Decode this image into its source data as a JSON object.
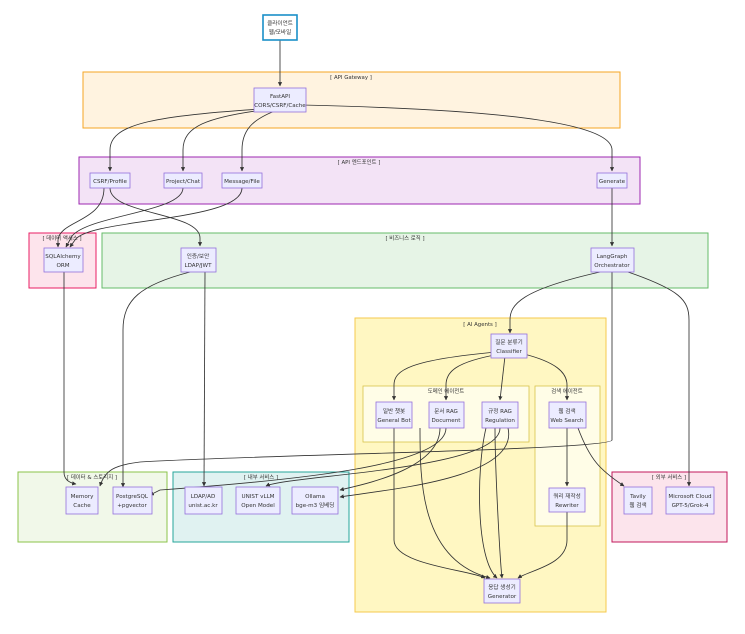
{
  "colors": {
    "client_border": "#1a8fc8",
    "node_fill": "#ececff",
    "node_border": "#9370db",
    "edge": "#333333",
    "gateway_fill": "#fff3e0",
    "gateway_border": "#f5a623",
    "endpoints_fill": "#f3e3f6",
    "endpoints_border": "#9c27b0",
    "dataaccess_fill": "#fde4ec",
    "dataaccess_border": "#e91e63",
    "business_fill": "#e6f4e6",
    "business_border": "#66bb6a",
    "agents_fill": "#fff7c2",
    "agents_border": "#f6c94e",
    "subagent_fill": "#fffde7",
    "subagent_border": "#d8c34a",
    "storage_fill": "#f1f8e9",
    "storage_border": "#8bc34a",
    "internal_fill": "#e0f2f1",
    "internal_border": "#26a69a",
    "external_fill": "#fce4ec",
    "external_border": "#c2185b"
  },
  "groups": {
    "gateway": "[ API Gateway ]",
    "endpoints": "[ API 엔드포인트 ]",
    "data_access": "[ 데이터 액세스 ]",
    "business": "[ 비즈니스 로직 ]",
    "agents": "[ AI Agents ]",
    "domain_agents": "도메인 에이전트",
    "search_agents": "검색 에이전트",
    "storage": "[ 데이터 & 스토리지 ]",
    "internal": "[ 내부 서비스 ]",
    "external": "[ 외부 서비스 ]"
  },
  "nodes": {
    "client": {
      "line1": "클라이언트",
      "line2": "웹/모바일"
    },
    "fastapi": {
      "line1": "FastAPI",
      "line2": "CORS/CSRF/Cache"
    },
    "csrf": {
      "line1": "CSRF/Profile"
    },
    "project": {
      "line1": "Project/Chat"
    },
    "message": {
      "line1": "Message/File"
    },
    "generate": {
      "line1": "Generate"
    },
    "sqlalchemy": {
      "line1": "SQLAlchemy",
      "line2": "ORM"
    },
    "auth": {
      "line1": "인증/보안",
      "line2": "LDAP/JWT"
    },
    "langgraph": {
      "line1": "LangGraph",
      "line2": "Orchestrator"
    },
    "classifier": {
      "line1": "질문 분류기",
      "line2": "Classifier"
    },
    "generalbot": {
      "line1": "일반 챗봇",
      "line2": "General Bot"
    },
    "docrag": {
      "line1": "문서 RAG",
      "line2": "Document"
    },
    "regrag": {
      "line1": "규정 RAG",
      "line2": "Regulation"
    },
    "websearch": {
      "line1": "웹 검색",
      "line2": "Web Search"
    },
    "rewriter": {
      "line1": "쿼리 재작성",
      "line2": "Rewriter"
    },
    "generator": {
      "line1": "응답 생성기",
      "line2": "Generator"
    },
    "memory": {
      "line1": "Memory",
      "line2": "Cache"
    },
    "postgres": {
      "line1": "PostgreSQL",
      "line2": "+pgvector"
    },
    "ldap": {
      "line1": "LDAP/AD",
      "line2": "unist.ac.kr"
    },
    "vllm": {
      "line1": "UNIST vLLM",
      "line2": "Open Model"
    },
    "ollama": {
      "line1": "Ollama",
      "line2": "bge-m3 임베딩"
    },
    "tavily": {
      "line1": "Tavily",
      "line2": "웹 검색"
    },
    "azure": {
      "line1": "Microsoft Cloud",
      "line2": "GPT-5/Grok-4"
    }
  }
}
